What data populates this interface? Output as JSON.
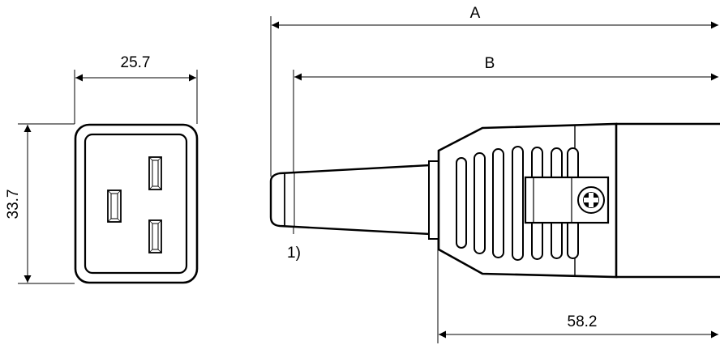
{
  "front_view": {
    "width_label": "25.7",
    "height_label": "33.7"
  },
  "side_view": {
    "overall_length_label": "A",
    "cable_length_label": "B",
    "body_length_label": "58.2",
    "note_label": "1)"
  }
}
